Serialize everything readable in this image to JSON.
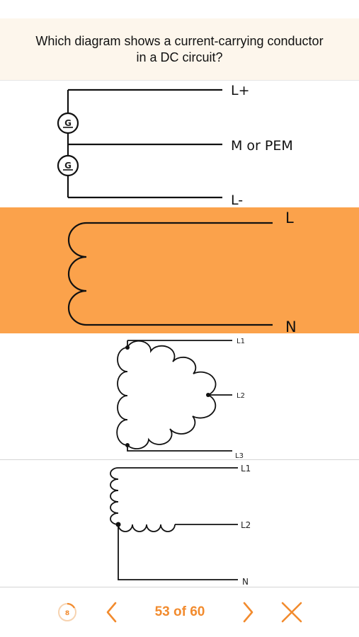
{
  "question": {
    "text": "Which diagram shows a current-carrying conductor\nin a DC circuit?"
  },
  "options": {
    "a": {
      "labels": {
        "top": "L+",
        "middle": "M or PEM",
        "bottom": "L-",
        "gen1": "G",
        "gen2": "G"
      },
      "selected": false
    },
    "b": {
      "labels": {
        "top": "L",
        "bottom": "N"
      },
      "selected": true
    },
    "c": {
      "labels": {
        "l1": "L1",
        "l2": "L2",
        "l3": "L3"
      },
      "selected": false
    },
    "d": {
      "labels": {
        "l1": "L1",
        "l2": "L2",
        "n": "N"
      },
      "selected": false
    }
  },
  "nav": {
    "timer_value": "8",
    "counter": "53 of 60",
    "prev_icon": "chevron-left-icon",
    "next_icon": "chevron-right-icon",
    "close_icon": "close-icon"
  },
  "colors": {
    "accent": "#f28b2e",
    "selected_bg": "#fba24b",
    "question_bg": "#fdf6ec"
  }
}
